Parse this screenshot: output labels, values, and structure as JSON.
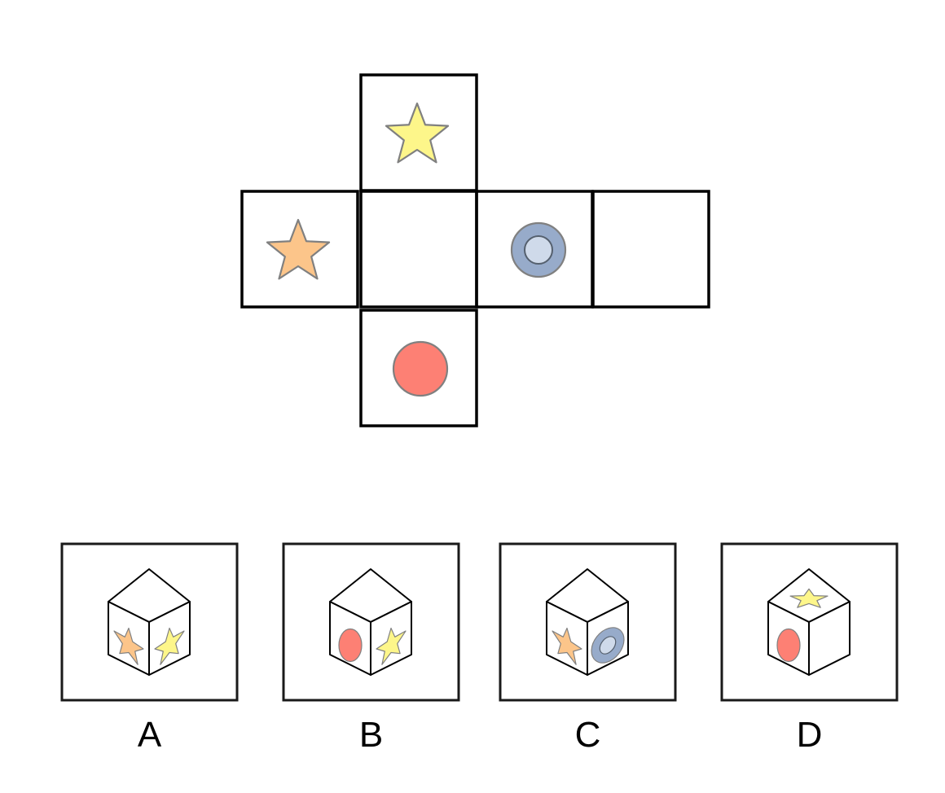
{
  "colors": {
    "outline": "#000000",
    "shape_stroke": "#808080",
    "star_yellow": "#fdf68a",
    "star_orange": "#fcc58a",
    "ring_outer": "#97abca",
    "ring_inner": "#cfdaea",
    "circle_red": "#fd8074"
  },
  "net": {
    "faces": [
      {
        "id": "top",
        "content": "yellow-star"
      },
      {
        "id": "left",
        "content": "orange-star"
      },
      {
        "id": "center",
        "content": "empty"
      },
      {
        "id": "right",
        "content": "blue-ring"
      },
      {
        "id": "far-right",
        "content": "empty"
      },
      {
        "id": "bottom",
        "content": "red-circle"
      }
    ]
  },
  "options": [
    {
      "label": "A",
      "top": "empty",
      "left": "orange-star",
      "right": "yellow-star"
    },
    {
      "label": "B",
      "top": "empty",
      "left": "red-circle",
      "right": "yellow-star"
    },
    {
      "label": "C",
      "top": "empty",
      "left": "orange-star",
      "right": "blue-ring"
    },
    {
      "label": "D",
      "top": "yellow-star",
      "left": "red-circle",
      "right": "empty"
    }
  ]
}
